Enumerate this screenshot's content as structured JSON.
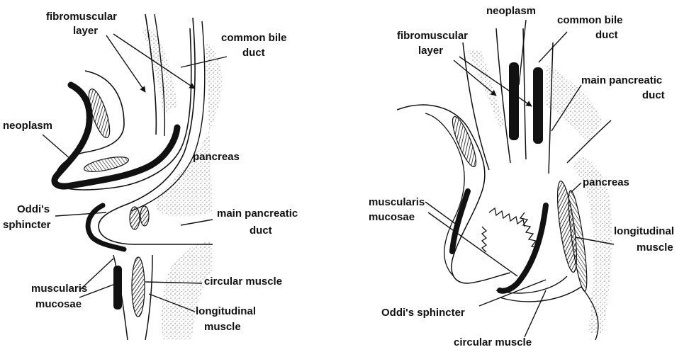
{
  "colors": {
    "ink": "#111111",
    "paper": "#ffffff",
    "stipple": "#9a9a9a"
  },
  "left_panel": {
    "fibromuscular_line1": "fibromuscular",
    "fibromuscular_line2": "layer",
    "common_bile_line1": "common bile",
    "common_bile_line2": "duct",
    "neoplasm": "neoplasm",
    "pancreas": "pancreas",
    "oddi_line1": "Oddi's",
    "oddi_line2": "sphincter",
    "main_pancreatic_line1": "main pancreatic",
    "main_pancreatic_line2": "duct",
    "muscularis_line1": "muscularis",
    "muscularis_line2": "mucosae",
    "circular_muscle": "circular muscle",
    "longitudinal_line1": "longitudinal",
    "longitudinal_line2": "muscle"
  },
  "right_panel": {
    "neoplasm": "neoplasm",
    "fibromuscular_line1": "fibromuscular",
    "fibromuscular_line2": "layer",
    "common_bile_line1": "common bile",
    "common_bile_line2": "duct",
    "main_pancreatic_line1": "main pancreatic",
    "main_pancreatic_line2": "duct",
    "pancreas": "pancreas",
    "muscularis_line1": "muscularis",
    "muscularis_line2": "mucosae",
    "longitudinal_line1": "longitudinal",
    "longitudinal_line2": "muscle",
    "oddi": "Oddi's sphincter",
    "circular_muscle": "circular muscle"
  }
}
